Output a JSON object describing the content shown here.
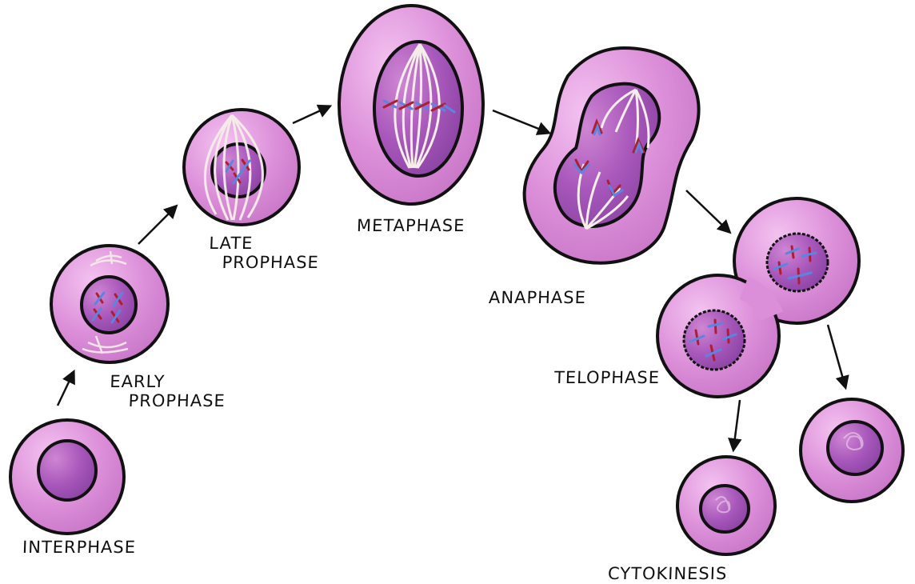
{
  "title": "Mitosis",
  "colors": {
    "cytoplasm": "#d98ad6",
    "cytoplasm_light": "#efb5ec",
    "nucleus": "#9a4fb0",
    "nucleus_light": "#c073c8",
    "outline": "#111111",
    "spindle": "#f5eee8",
    "chromatid_red": "#b01e2e",
    "chromatid_blue": "#5b86e0",
    "arrow": "#111111"
  },
  "stages": [
    {
      "id": "interphase",
      "label": "INTERPHASE"
    },
    {
      "id": "early-prophase",
      "label_line1": "EARLY",
      "label_line2": "PROPHASE"
    },
    {
      "id": "late-prophase",
      "label_line1": "LATE",
      "label_line2": "PROPHASE"
    },
    {
      "id": "metaphase",
      "label": "METAPHASE"
    },
    {
      "id": "anaphase",
      "label": "ANAPHASE"
    },
    {
      "id": "telophase",
      "label": "TELOPHASE"
    },
    {
      "id": "cytokinesis",
      "label": "CYTOKINESIS"
    }
  ]
}
